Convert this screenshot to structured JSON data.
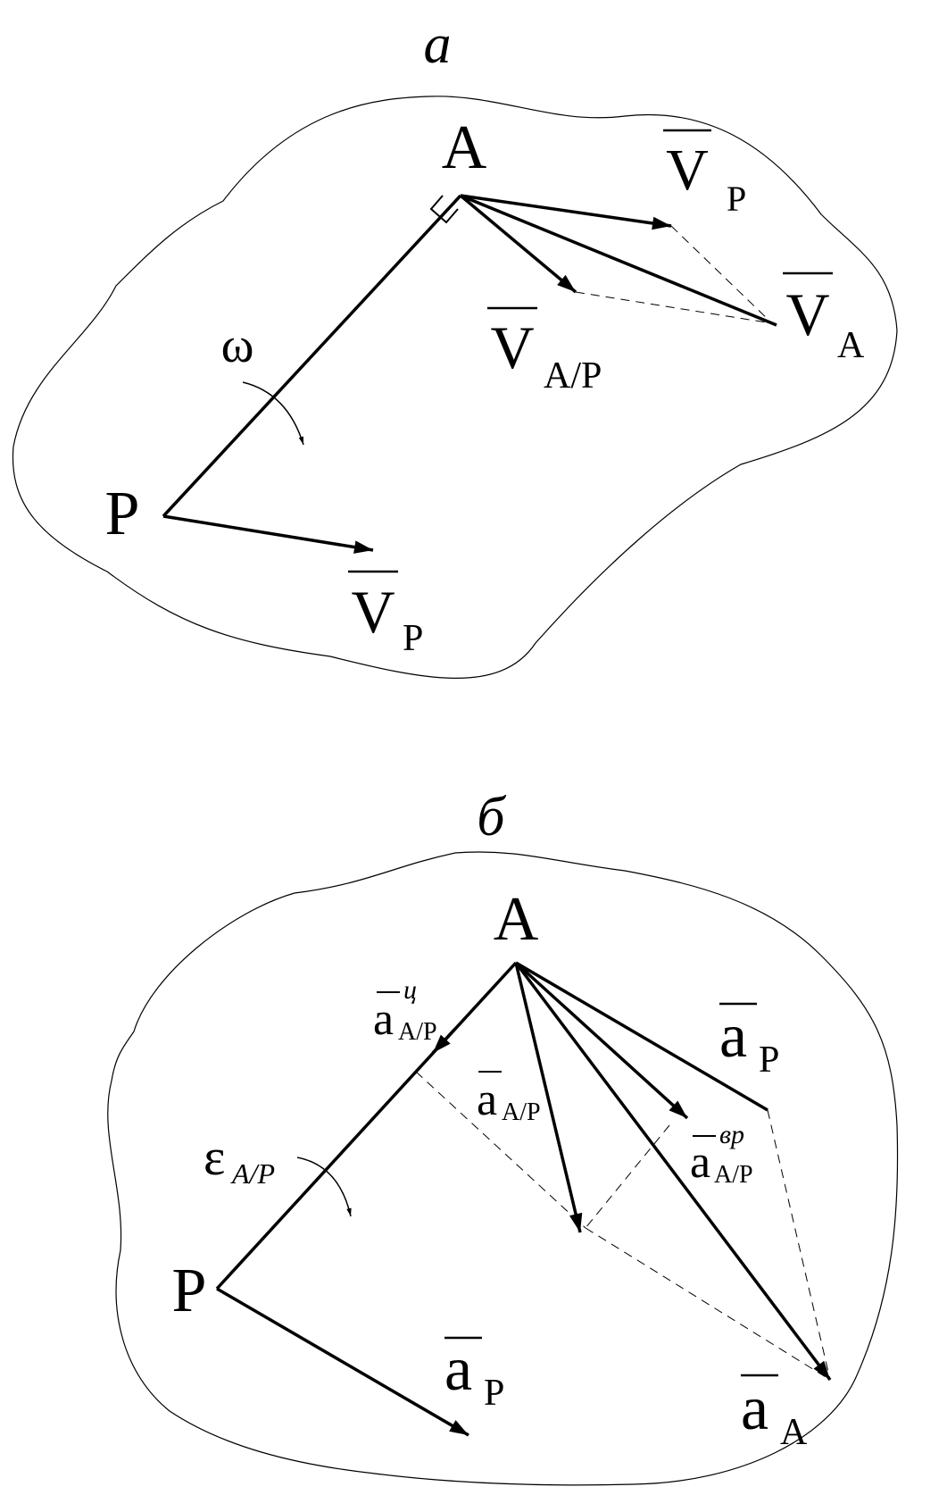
{
  "diagram_a": {
    "label": "а",
    "point_a": "A",
    "point_p": "P",
    "omega": "ω",
    "v_p_top": {
      "main": "V",
      "sub": "P"
    },
    "v_a": {
      "main": "V",
      "sub": "A"
    },
    "v_ap": {
      "main": "V",
      "sub": "A/P"
    },
    "v_p_bottom": {
      "main": "V",
      "sub": "P"
    }
  },
  "diagram_b": {
    "label": "б",
    "point_a": "A",
    "point_p": "P",
    "epsilon": {
      "main": "ε",
      "sub": "A/P"
    },
    "a_c": {
      "main": "a",
      "sup": "ц",
      "sub": "A/P"
    },
    "a_ap": {
      "main": "a",
      "sub": "A/P"
    },
    "a_p_top": {
      "main": "a",
      "sub": "P"
    },
    "a_rot": {
      "main": "a",
      "sup": "вр",
      "sub": "A/P"
    },
    "a_p_bottom": {
      "main": "a",
      "sub": "P"
    },
    "a_a": {
      "main": "a",
      "sub": "A"
    }
  },
  "colors": {
    "stroke": "#000000",
    "background": "#ffffff"
  }
}
